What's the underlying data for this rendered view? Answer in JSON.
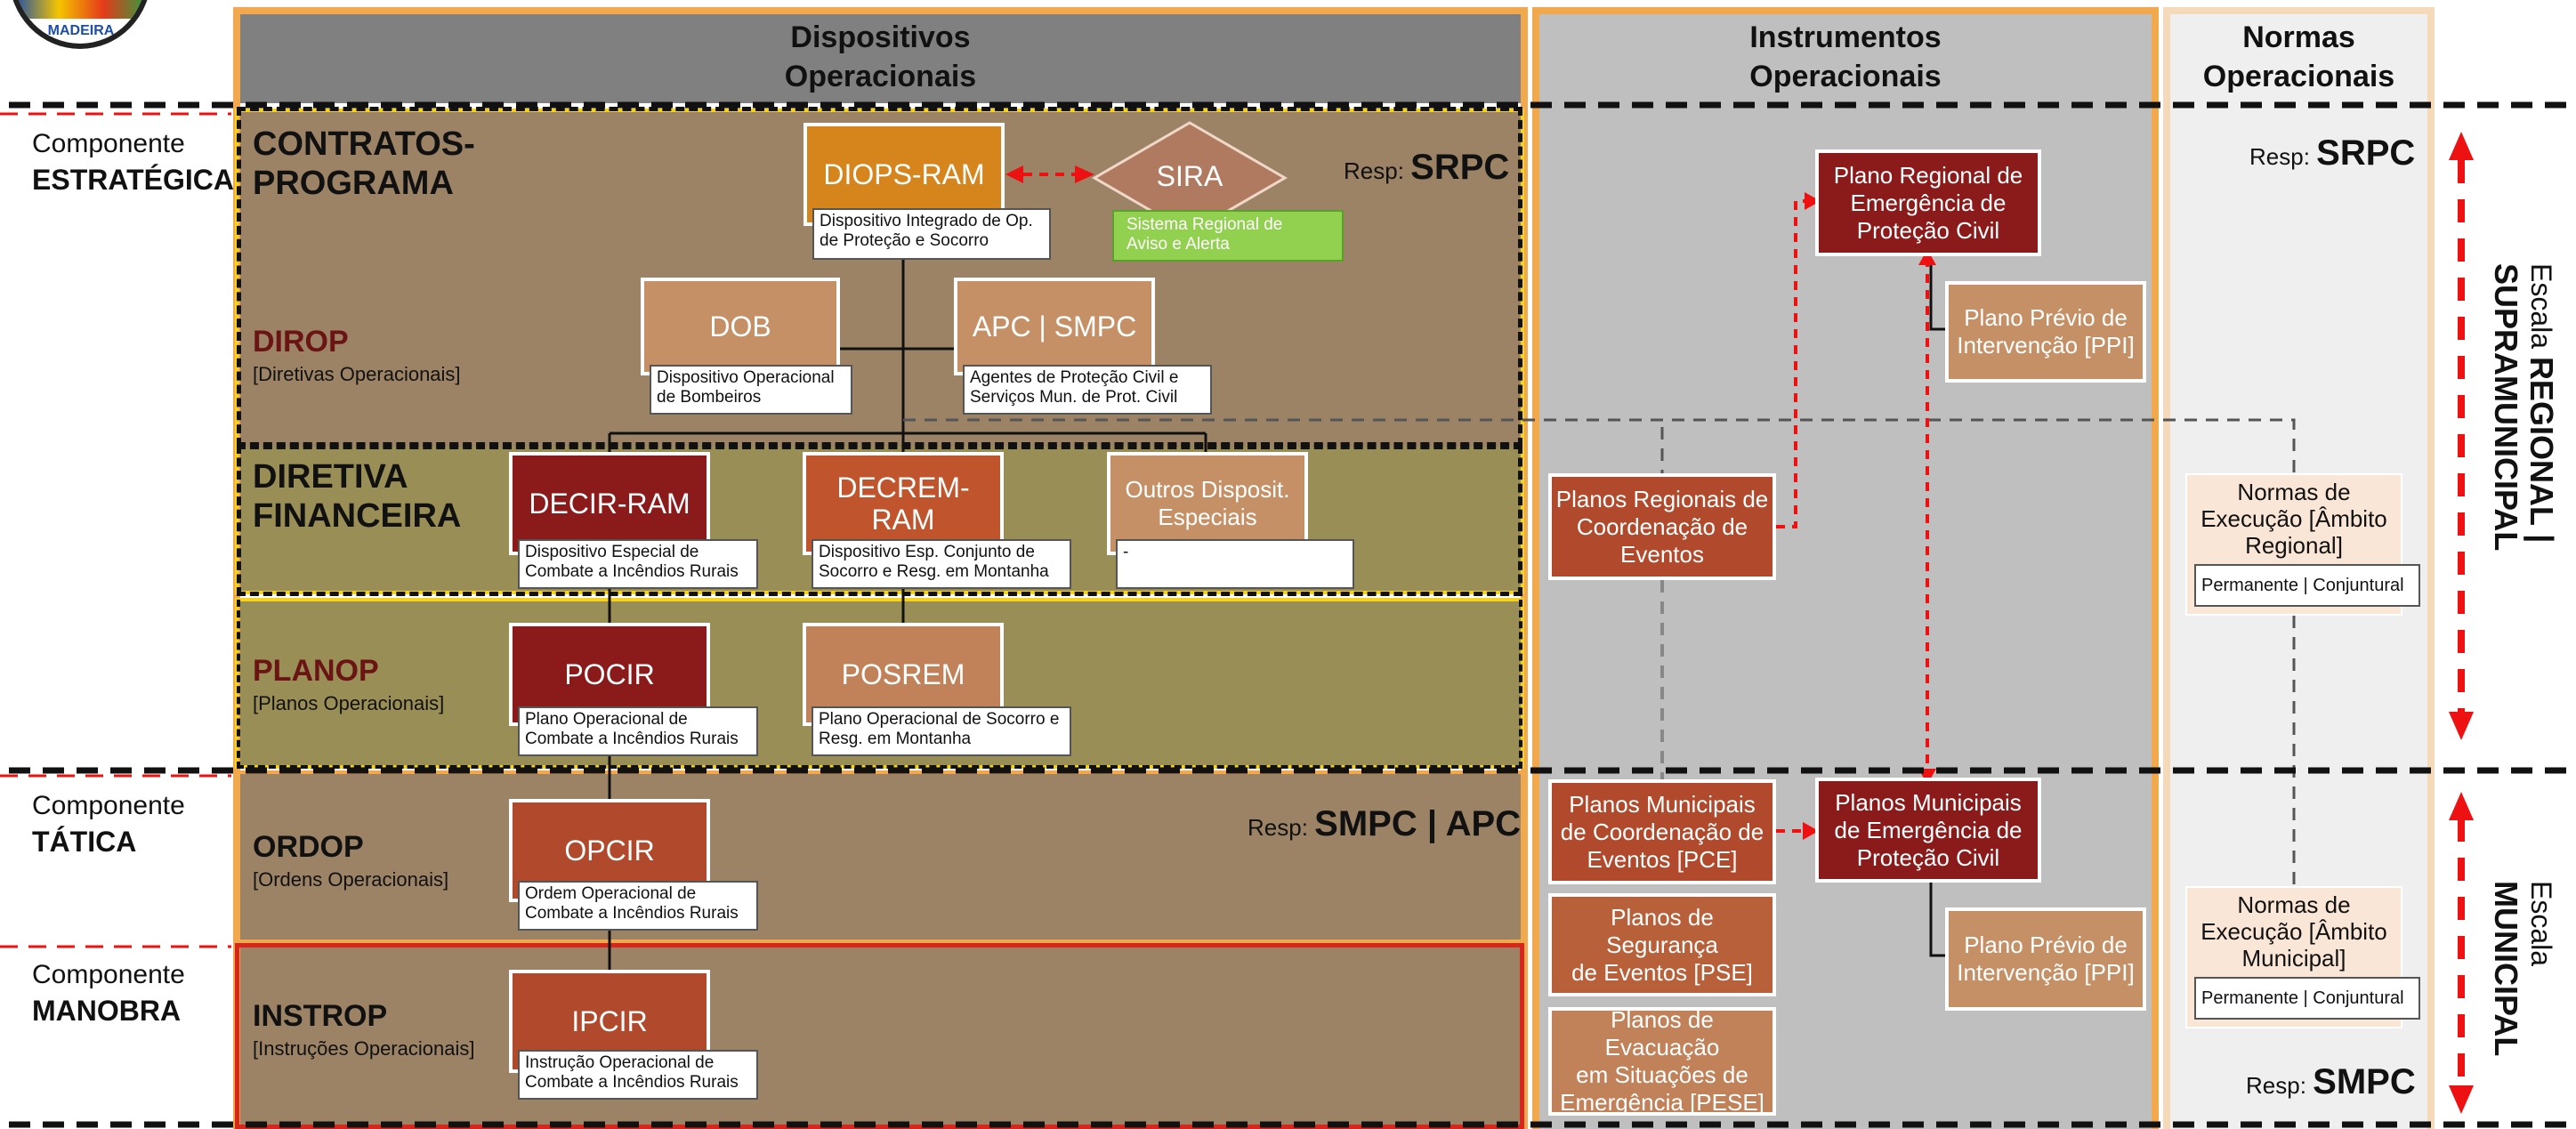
{
  "logo": {
    "text": "MADEIRA"
  },
  "columns": {
    "dispositivos": {
      "line1": "Dispositivos",
      "line2": "Operacionais"
    },
    "instrumentos": {
      "line1": "Instrumentos",
      "line2": "Operacionais"
    },
    "normas": {
      "line1": "Normas",
      "line2": "Operacionais"
    }
  },
  "components": {
    "estrategica": {
      "label": "Componente",
      "name": "ESTRATÉGICA"
    },
    "tatica": {
      "label": "Componente",
      "name": "TÁTICA"
    },
    "manobra": {
      "label": "Componente",
      "name": "MANOBRA"
    }
  },
  "bands": {
    "contratos": {
      "title_l1": "CONTRATOS-",
      "title_l2": "PROGRAMA"
    },
    "dirop": {
      "title": "DIROP",
      "sub": "[Diretivas Operacionais]"
    },
    "diretiva": {
      "title_l1": "DIRETIVA",
      "title_l2": "FINANCEIRA"
    },
    "planop": {
      "title": "PLANOP",
      "sub": "[Planos Operacionais]"
    },
    "ordop": {
      "title": "ORDOP",
      "sub": "[Ordens Operacionais]"
    },
    "instrop": {
      "title": "INSTROP",
      "sub": "[Instruções Operacionais]"
    }
  },
  "resp": {
    "label": "Resp:",
    "srpc": "SRPC",
    "smpc_apc": "SMPC | APC",
    "smpc": "SMPC"
  },
  "nodes": {
    "diops": {
      "label": "DIOPS-RAM",
      "desc_l1": "Dispositivo Integrado de Op.",
      "desc_l2": "de Proteção e Socorro"
    },
    "sira": {
      "label": "SIRA",
      "desc_l1": "Sistema Regional de",
      "desc_l2": "Aviso e Alerta"
    },
    "dob": {
      "label": "DOB",
      "desc_l1": "Dispositivo Operacional",
      "desc_l2": "de Bombeiros"
    },
    "apc": {
      "label": "APC | SMPC",
      "desc_l1": "Agentes de Proteção Civil e",
      "desc_l2": "Serviços Mun. de Prot. Civil"
    },
    "decir": {
      "label": "DECIR-RAM",
      "desc_l1": "Dispositivo Especial de",
      "desc_l2": "Combate a Incêndios Rurais"
    },
    "decrem": {
      "label": "DECREM-RAM",
      "desc_l1": "Dispositivo Esp. Conjunto de",
      "desc_l2": "Socorro e Resg. em Montanha"
    },
    "outros": {
      "label_l1": "Outros Disposit.",
      "label_l2": "Especiais",
      "desc": "-"
    },
    "pocir": {
      "label": "POCIR",
      "desc_l1": "Plano Operacional de",
      "desc_l2": "Combate a Incêndios Rurais"
    },
    "posrem": {
      "label": "POSREM",
      "desc_l1": "Plano Operacional de Socorro e",
      "desc_l2": "Resg. em Montanha"
    },
    "opcir": {
      "label": "OPCIR",
      "desc_l1": "Ordem Operacional de",
      "desc_l2": "Combate a Incêndios Rurais"
    },
    "ipcir": {
      "label": "IPCIR",
      "desc_l1": "Instrução Operacional de",
      "desc_l2": "Combate a Incêndios Rurais"
    }
  },
  "instrumentos": {
    "preg_l1": "Plano Regional de",
    "preg_l2": "Emergência de",
    "preg_l3": "Proteção Civil",
    "ppi1_l1": "Plano Prévio de",
    "ppi1_l2": "Intervenção [PPI]",
    "prce_l1": "Planos Regionais de",
    "prce_l2": "Coordenação de",
    "prce_l3": "Eventos",
    "pce_l1": "Planos Municipais",
    "pce_l2": "de Coordenação de",
    "pce_l3": "Eventos [PCE]",
    "pmepc_l1": "Planos Municipais",
    "pmepc_l2": "de Emergência de",
    "pmepc_l3": "Proteção Civil",
    "pse_l1": "Planos de Segurança",
    "pse_l2": "de Eventos [PSE]",
    "ppi2_l1": "Plano Prévio de",
    "ppi2_l2": "Intervenção [PPI]",
    "pese_l1": "Planos de Evacuação",
    "pese_l2": "em Situações de",
    "pese_l3": "Emergência [PESE]"
  },
  "normas": {
    "reg_l1": "Normas de",
    "reg_l2": "Execução [Âmbito",
    "reg_l3": "Regional]",
    "reg_tag": "Permanente | Conjuntural",
    "mun_l1": "Normas de",
    "mun_l2": "Execução [Âmbito",
    "mun_l3": "Municipal]",
    "mun_tag": "Permanente | Conjuntural"
  },
  "scales": {
    "regional": {
      "label": "Escala",
      "name": "REGIONAL | SUPRAMUNICIPAL"
    },
    "municipal": {
      "label": "Escala",
      "name": "MUNICIPAL"
    }
  },
  "colors": {
    "panel_border": "#f2a84d",
    "dispositivos_header": "#808080",
    "instrumentos_bg": "#bfbfbf",
    "normas_bg": "#efefef",
    "brown_band": "#9c8366",
    "olive_band": "#998e55",
    "dark_red": "#8b1a1a",
    "orange_node": "#d6841c",
    "tan_node": "#c69066",
    "rust_node": "#b14a2c",
    "sira_green": "#92d050",
    "arrow_red": "#ee1111"
  }
}
